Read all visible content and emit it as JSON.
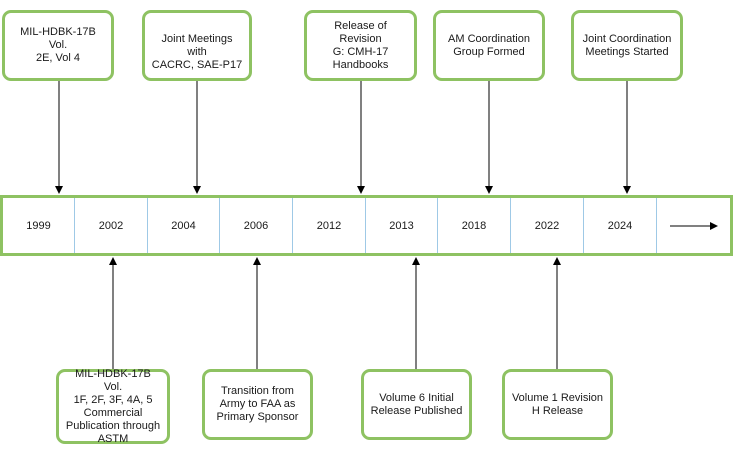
{
  "top_events": [
    {
      "label": "MIL-HDBK-17B Vol.\n2E, Vol 4"
    },
    {
      "label": "Joint Meetings with\nCACRC, SAE-P17"
    },
    {
      "label": "Release of Revision\nG: CMH-17\nHandbooks"
    },
    {
      "label": "AM Coordination\nGroup Formed"
    },
    {
      "label": "Joint Coordination\nMeetings Started"
    }
  ],
  "bottom_events": [
    {
      "label": "MIL-HDBK-17B Vol.\n1F, 2F, 3F, 4A, 5\nCommercial\nPublication through\nASTM"
    },
    {
      "label": "Transition from\nArmy to FAA as\nPrimary Sponsor"
    },
    {
      "label": "Volume 6 Initial\nRelease Published"
    },
    {
      "label": "Volume 1 Revision\nH Release"
    }
  ],
  "timeline": {
    "years": [
      "1999",
      "2002",
      "2004",
      "2006",
      "2012",
      "2013",
      "2018",
      "2022",
      "2024"
    ],
    "end_arrow_icon": "right-arrow-icon"
  },
  "colors": {
    "box_border": "#8ec262",
    "cell_divider": "#9fc9e6",
    "connector": "#000000"
  }
}
